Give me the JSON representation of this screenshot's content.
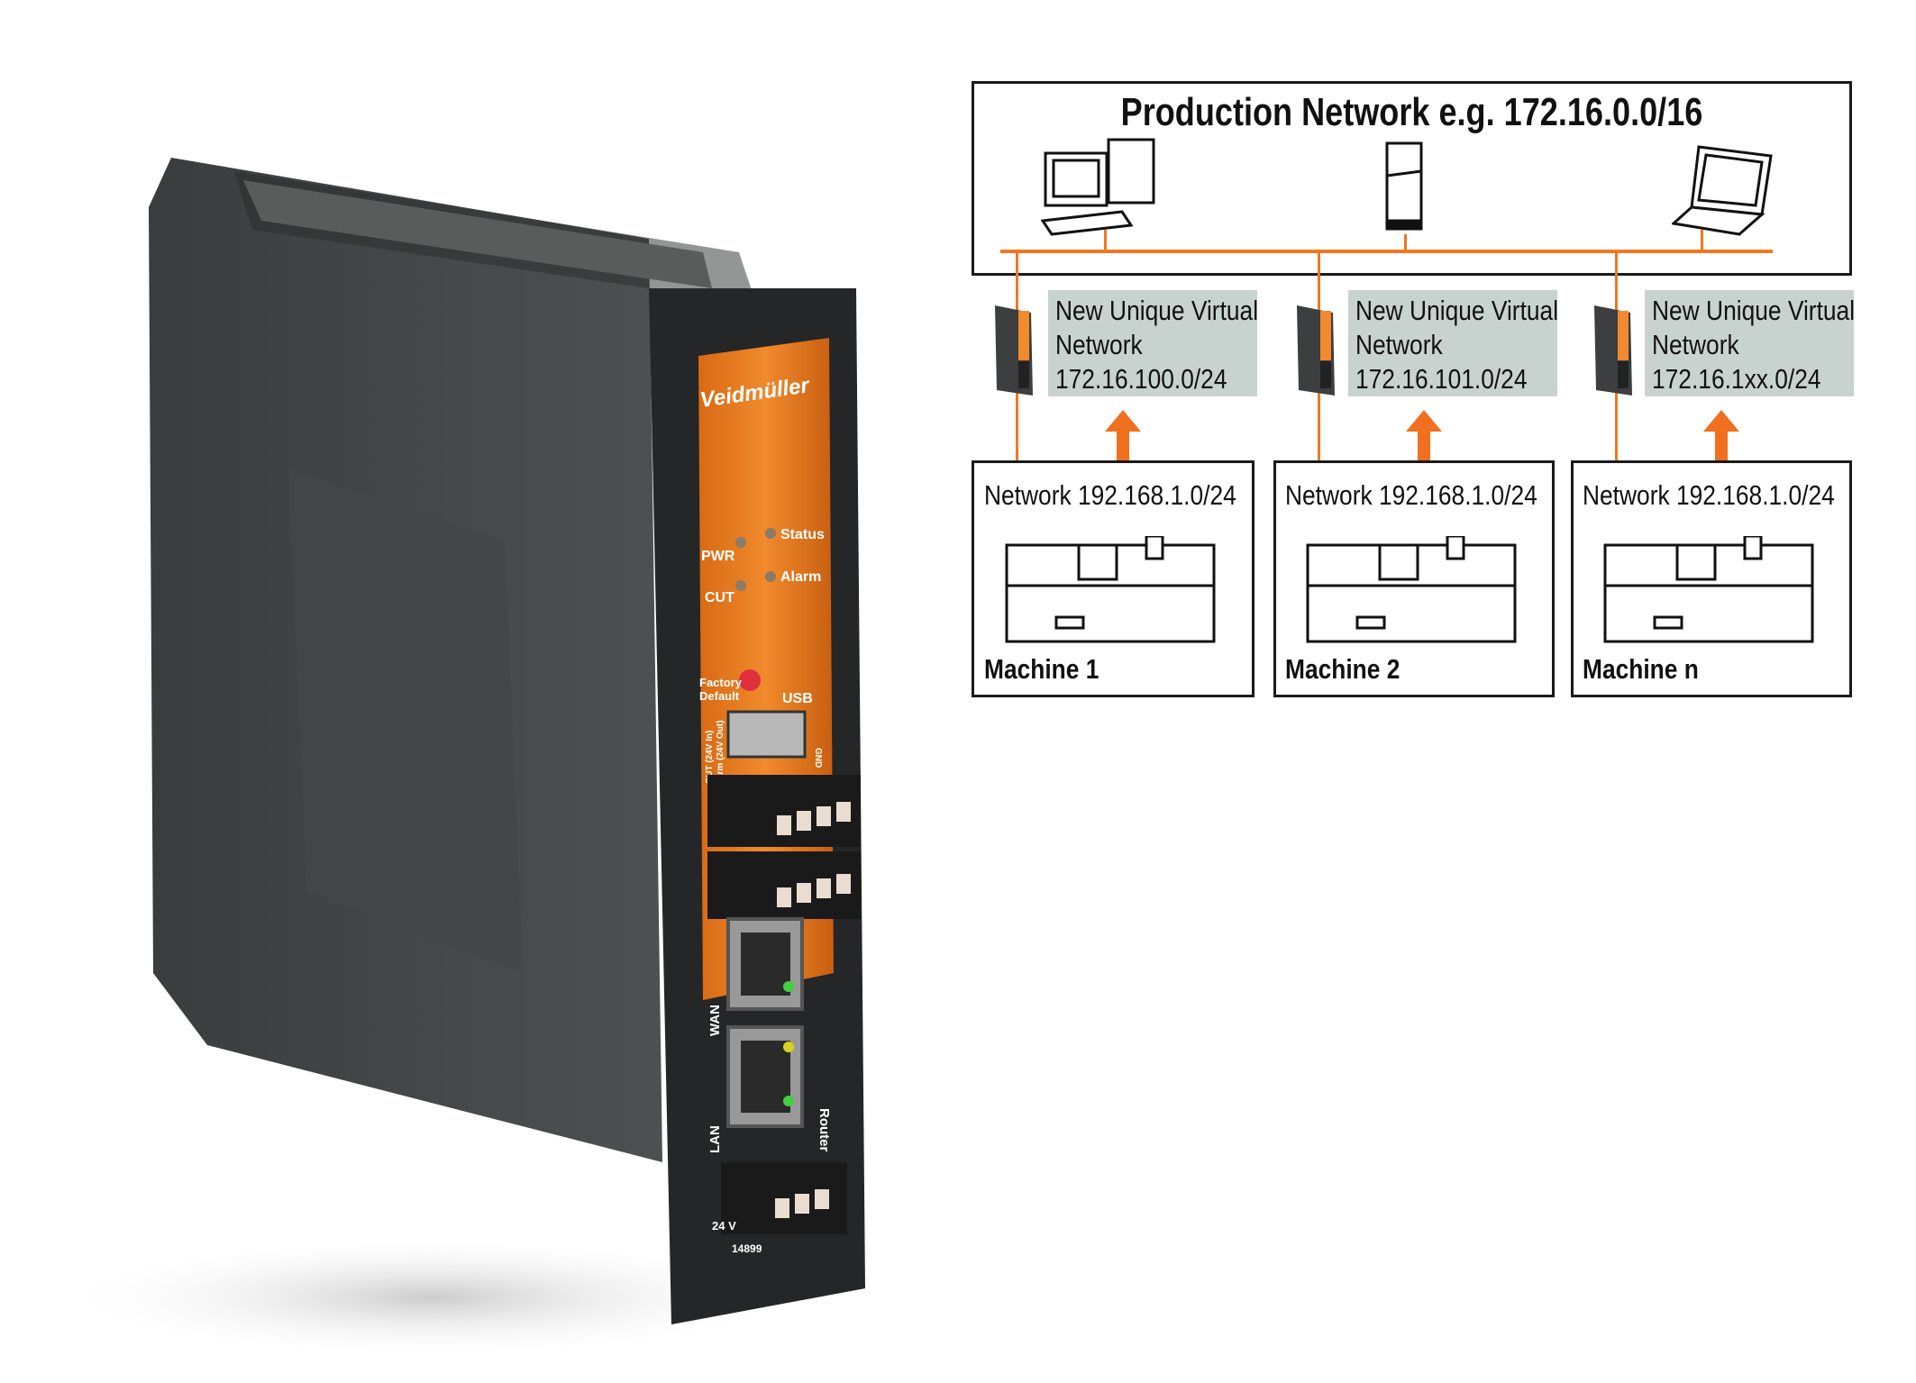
{
  "device": {
    "brand": "Veidmüller",
    "leds": {
      "pwr": "PWR",
      "cut": "CUT",
      "status": "Status",
      "alarm": "Alarm"
    },
    "factory_default": [
      "Factory",
      "Default"
    ],
    "usb": "USB",
    "gnd": "GND",
    "cut_in": "CUT (24V In)",
    "alarm_out": "Alarm (24V Out)",
    "wan": "WAN",
    "lan": "LAN",
    "router": "Router",
    "power": "24 V",
    "part_no": "14899"
  },
  "diagram": {
    "title": "Production Network e.g. 172.16.0.0/16",
    "accent_color": "#f07820",
    "vnet_color": "#c8d3cf",
    "columns": [
      {
        "vnet_line1": "New Unique Virtual",
        "vnet_line2": "Network",
        "vnet_subnet": "172.16.100.0/24",
        "network": "Network 192.168.1.0/24",
        "machine": "Machine 1"
      },
      {
        "vnet_line1": "New Unique Virtual",
        "vnet_line2": "Network",
        "vnet_subnet": "172.16.101.0/24",
        "network": "Network 192.168.1.0/24",
        "machine": "Machine 2"
      },
      {
        "vnet_line1": "New Unique Virtual",
        "vnet_line2": "Network",
        "vnet_subnet": "172.16.1xx.0/24",
        "network": "Network 192.168.1.0/24",
        "machine": "Machine n"
      }
    ]
  }
}
